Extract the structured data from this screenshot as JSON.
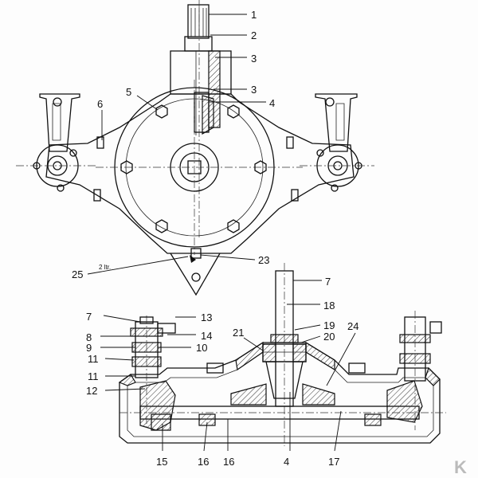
{
  "top_view": {
    "callouts": [
      "1",
      "2",
      "3",
      "3",
      "4",
      "5",
      "6",
      "23",
      "25"
    ],
    "capacity_label": "2 ltr."
  },
  "section_view": {
    "callouts": [
      "7",
      "7",
      "8",
      "9",
      "10",
      "11",
      "11",
      "12",
      "13",
      "14",
      "15",
      "16",
      "16",
      "4",
      "17",
      "18",
      "19",
      "20",
      "21",
      "24"
    ]
  },
  "watermark_logo": "K"
}
